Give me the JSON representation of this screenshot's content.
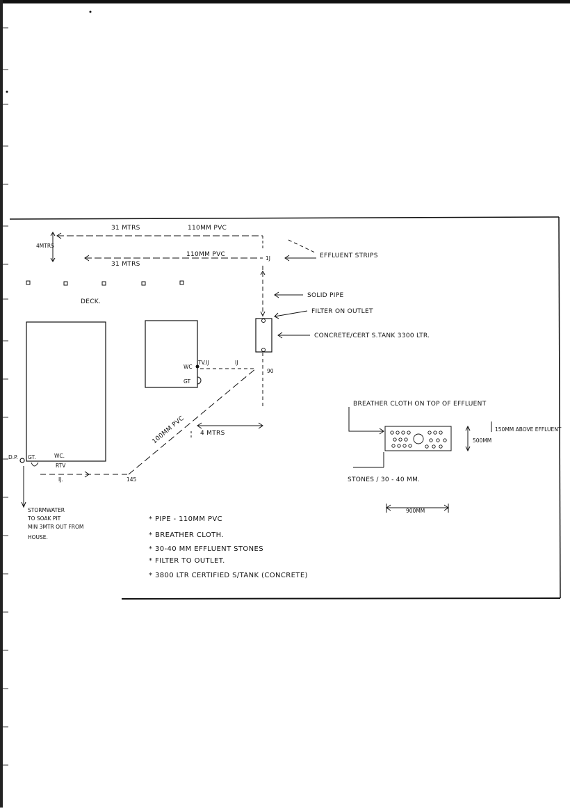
{
  "dimensions": {
    "upper_length": "31 MTRS",
    "upper_pipe": "110MM PVC",
    "lower_pipe": "110MM PVC",
    "lower_length": "31 MTRS",
    "spacing": "4MTRS",
    "offset": "4 MTRS",
    "width_900": "900MM",
    "depth_500": "500MM",
    "above": "150MM ABOVE EFFLUENT"
  },
  "labels": {
    "effluent_strips": "EFFLUENT STRIPS",
    "junction_top": "1J",
    "solid_pipe": "SOLID PIPE",
    "filter_outlet": "FILTER ON OUTLET",
    "tank": "CONCRETE/CERT S.TANK 3300 LTR.",
    "deck": "DECK.",
    "wc": "WC",
    "tv_ij": "TV.IJ",
    "ij_mid": "IJ",
    "gt_room": "GT",
    "ninety": "90",
    "pipe_100": "100MM PVC",
    "dp": "D.P.",
    "gt_left": "GT.",
    "wc_left": "WC.",
    "rtv": "RTV",
    "ij_bottom": "IJ.",
    "bend_145": "145",
    "breather": "BREATHER CLOTH ON TOP OF EFFLUENT",
    "stones": "STONES / 30 - 40 MM.",
    "stormwater_1": "STORMWATER",
    "stormwater_2": "TO SOAK PIT",
    "stormwater_3": "MIN 3MTR OUT FROM",
    "stormwater_4": "HOUSE."
  },
  "notes": [
    "* PIPE - 110MM PVC",
    "* BREATHER CLOTH.",
    "* 30-40 MM EFFLUENT STONES",
    "* FILTER TO OUTLET.",
    "* 3800 LTR CERTIFIED S/TANK (CONCRETE)"
  ]
}
